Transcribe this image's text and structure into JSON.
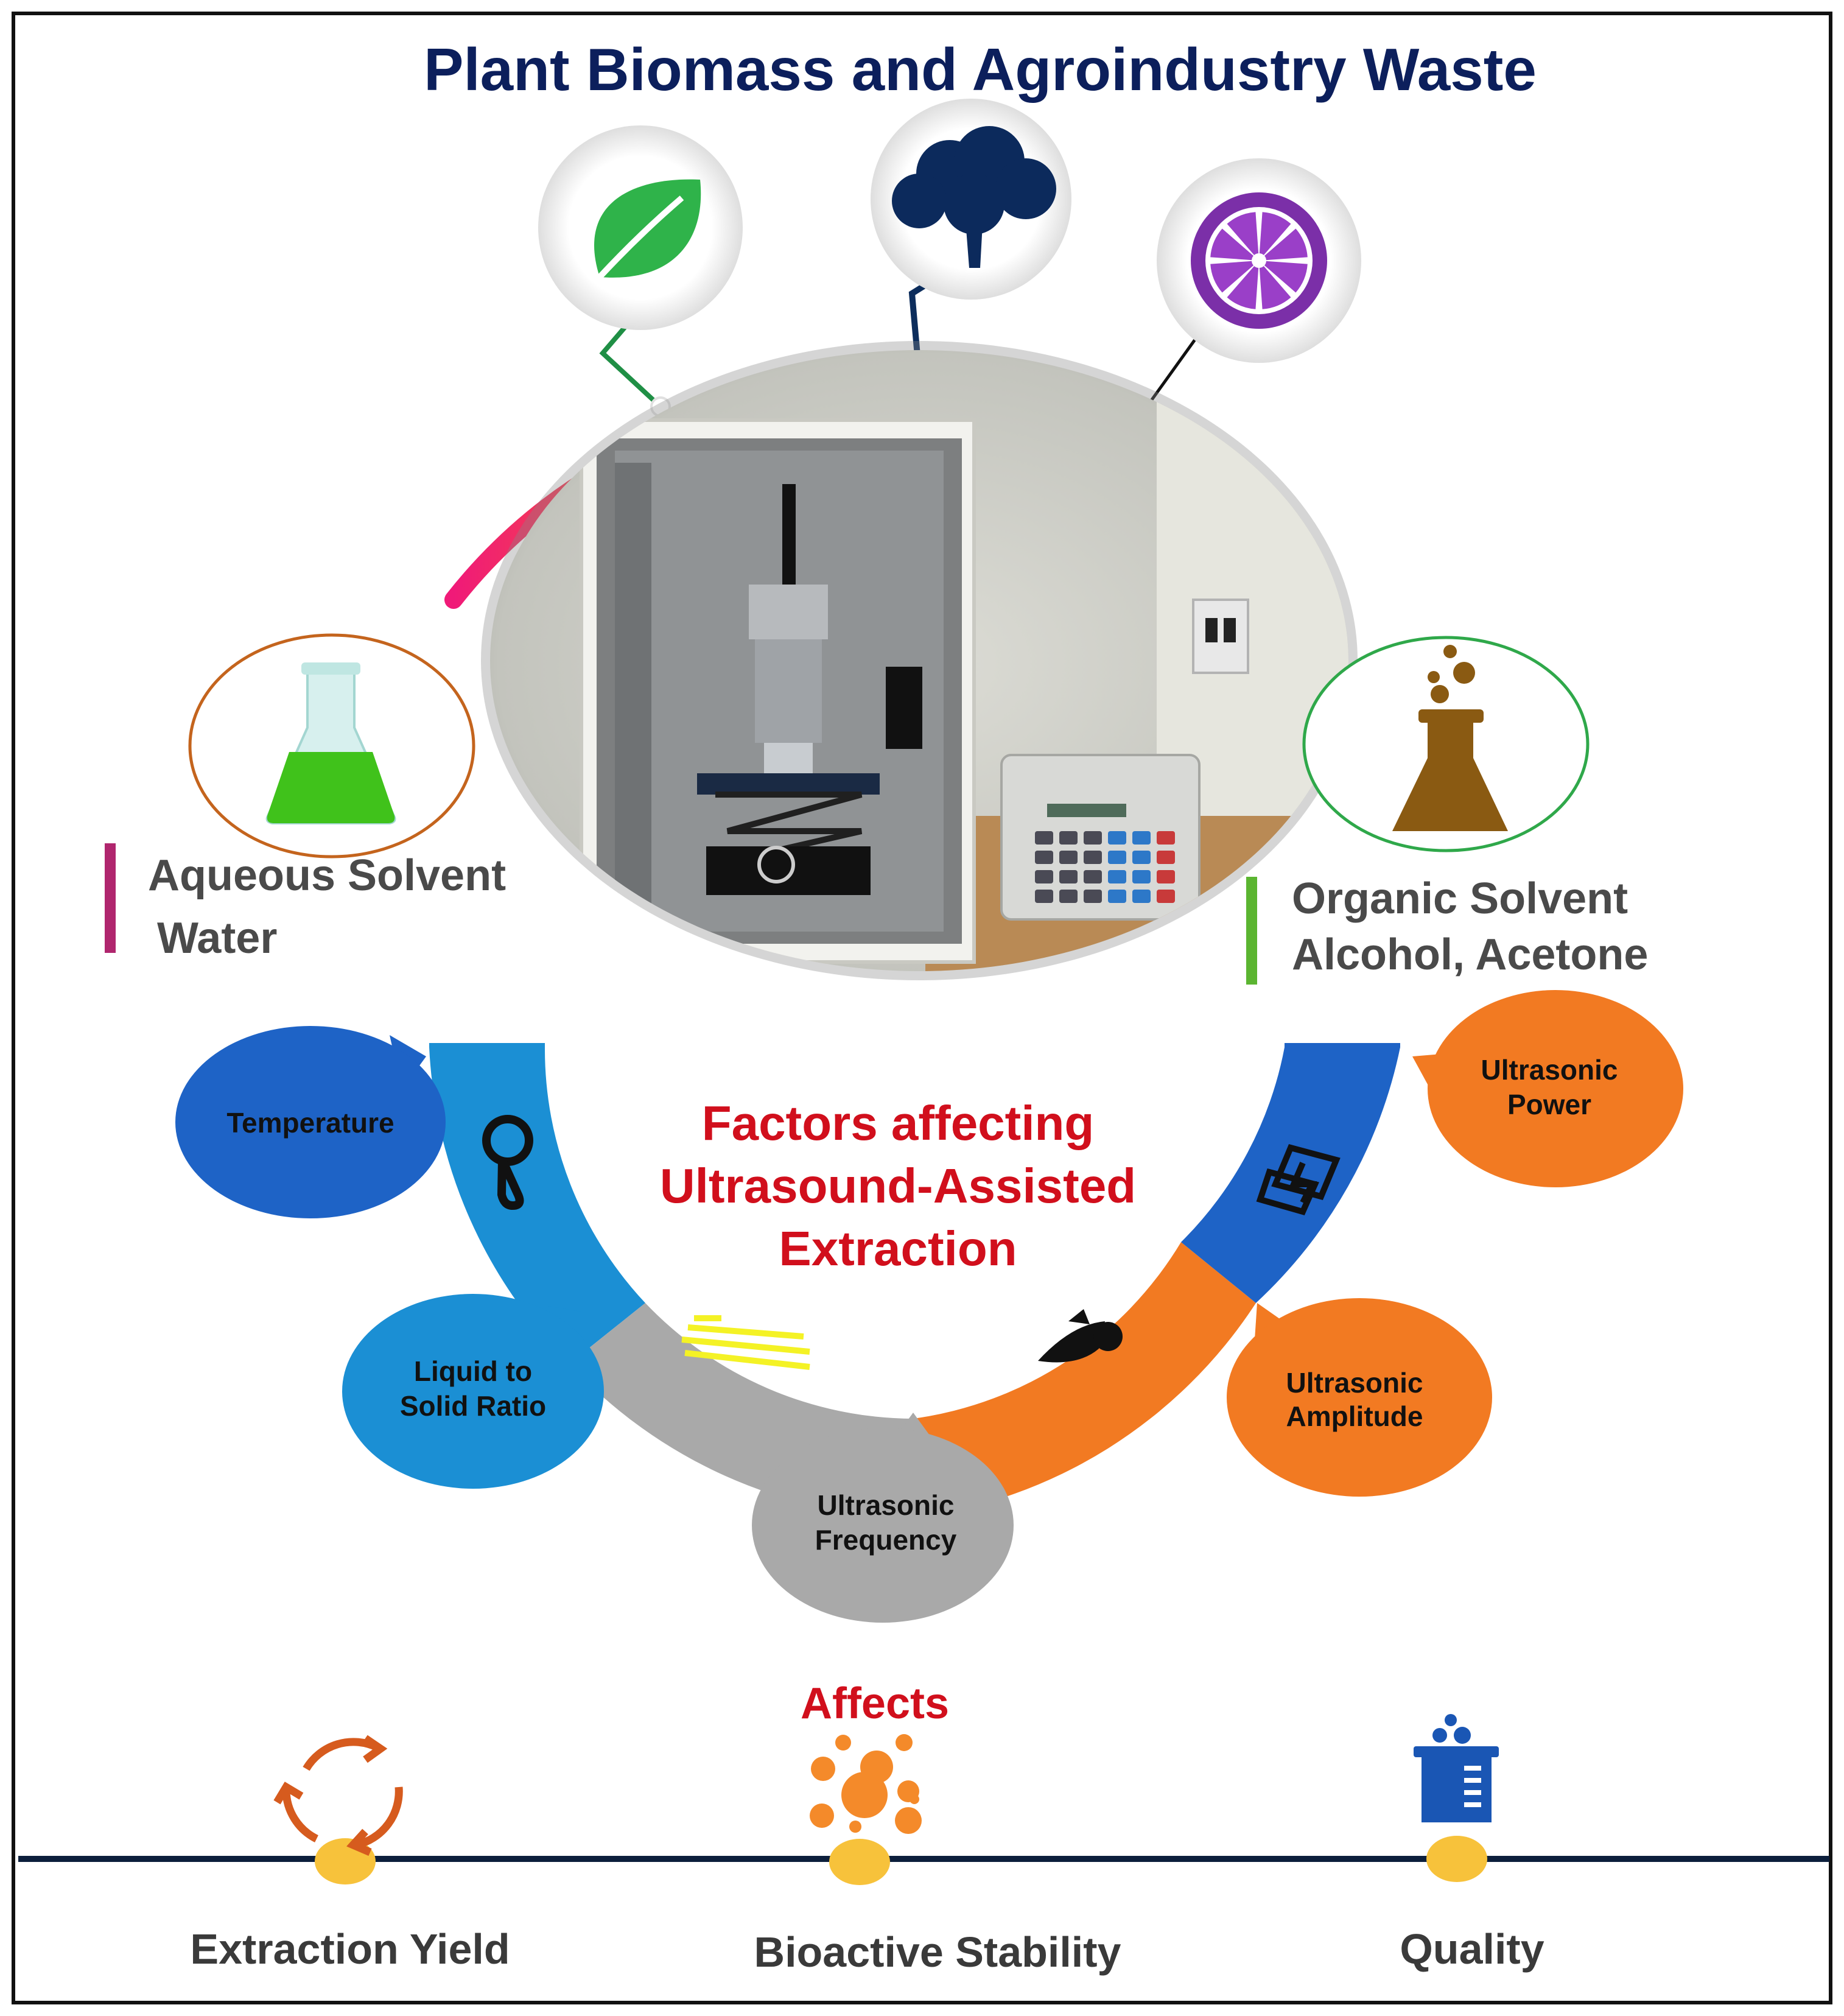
{
  "title": "Plant Biomass and Agroindustry Waste",
  "icons": {
    "sources": [
      "leaf-icon",
      "tree-icon",
      "citrus-slice-icon"
    ],
    "solvents": [
      "aqueous-flask-icon",
      "organic-flask-icon"
    ],
    "factors": [
      "thermometer-icon",
      "liquid-ratio-icon",
      "frequency-icon",
      "amplitude-icon",
      "power-icon"
    ],
    "outcomes": [
      "recycle-arrows-icon",
      "bubbles-icon",
      "beaker-icon"
    ]
  },
  "solvents": {
    "aqueous": {
      "line1": "Aqueous Solvent",
      "line2": "Water"
    },
    "organic": {
      "line1": "Organic Solvent",
      "line2": "Alcohol, Acetone"
    }
  },
  "center_title": {
    "line1": "Factors affecting",
    "line2": "Ultrasound-Assisted",
    "line3": "Extraction"
  },
  "factors": {
    "temperature": {
      "line1": "Temperature"
    },
    "liquid_ratio": {
      "line1": "Liquid to",
      "line2": "Solid Ratio"
    },
    "frequency": {
      "line1": "Ultrasonic",
      "line2": "Frequency"
    },
    "amplitude": {
      "line1": "Ultrasonic",
      "line2": "Amplitude"
    },
    "power": {
      "line1": "Ultrasonic",
      "line2": "Power"
    }
  },
  "affects_label": "Affects",
  "outcomes": {
    "yield": "Extraction Yield",
    "stability": "Bioactive Stability",
    "quality": "Quality"
  },
  "colors": {
    "navy": "#0c1f5c",
    "red": "#d10f1c",
    "blue_dark": "#1e63c6",
    "blue_light": "#1b8fd4",
    "gray": "#a9a9a9",
    "orange": "#f27a22",
    "green": "#2fa84a",
    "purple": "#8a3fb5",
    "brown": "#8a5a12",
    "yellow": "#f7c23b"
  }
}
